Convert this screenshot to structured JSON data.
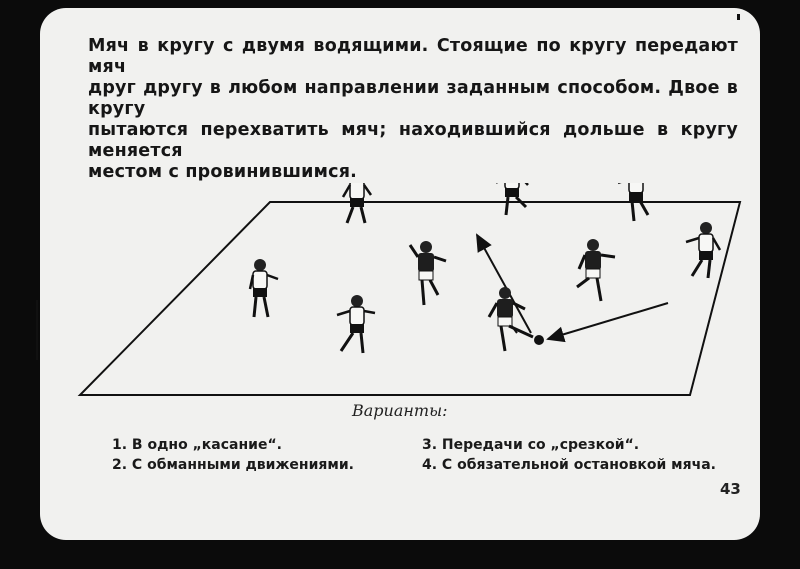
{
  "description": {
    "line1": "Мяч в кругу с двумя водящими. Стоящие по кругу передают мяч",
    "line2": "друг другу в любом направлении заданным способом. Двое в кругу",
    "line3": "пытаются перехватить мяч; находившийся дольше в кругу меняется",
    "line4": "местом с провинившимся."
  },
  "variants": {
    "title": "Варианты:",
    "items": [
      "1. В одно „касание“.",
      "2. С обманными движениями.",
      "3. Передачи со „срезкой“.",
      "4. С обязательной остановкой мяча."
    ]
  },
  "page_number": "43",
  "colors": {
    "background": "#0b0b0b",
    "slide": "#f1f1ef",
    "ink": "#161616",
    "dark_jersey": "#1e1e1e",
    "light_jersey": "#f7f7f5"
  }
}
